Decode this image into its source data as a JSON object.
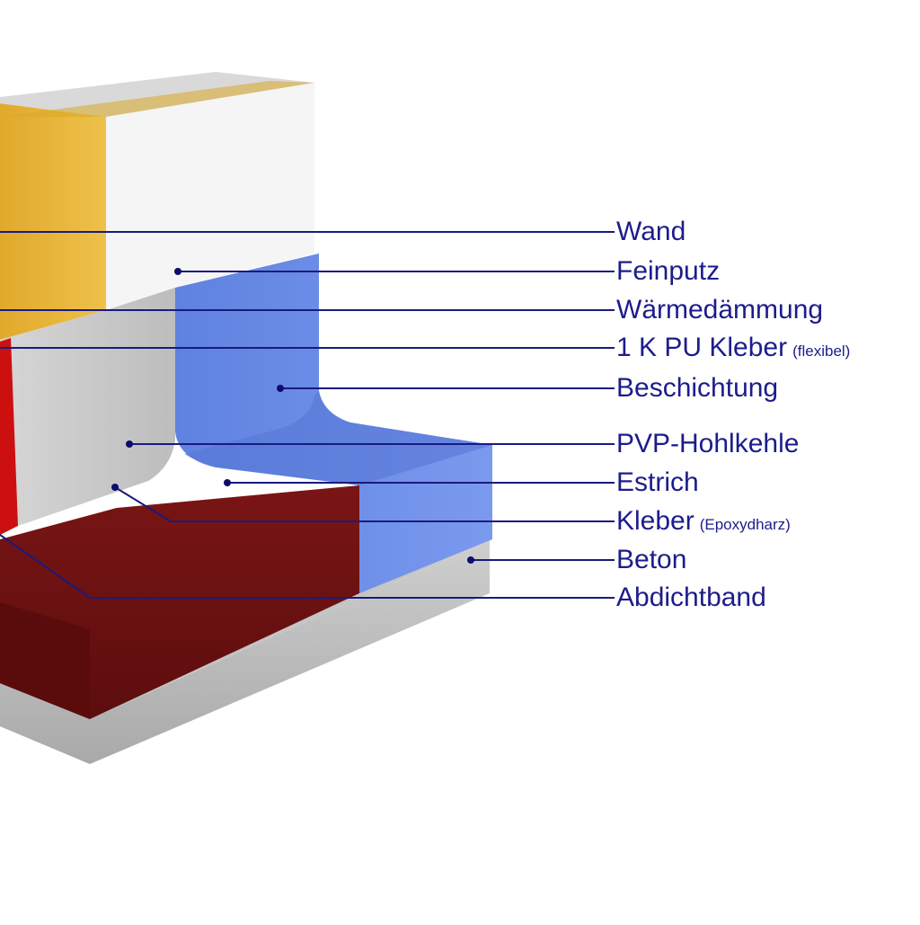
{
  "colors": {
    "line": "#1a1a7e",
    "text": "#1c1c8c",
    "wand": "#e3b43a",
    "feinputz": "#f6f6f6",
    "daemmung": "#c8c8c8",
    "beschichtung": "#6f8fe6",
    "estrich": "#6b1212",
    "beton": "#b9b9b9",
    "abdichtband": "#cc1010"
  },
  "labels": [
    {
      "text": "Wand",
      "note": ""
    },
    {
      "text": "Feinputz",
      "note": ""
    },
    {
      "text": "Wärmedämmung",
      "note": ""
    },
    {
      "text": "1 K PU Kleber",
      "note": "(flexibel)"
    },
    {
      "text": "Beschichtung",
      "note": ""
    },
    {
      "text": "PVP-Hohlkehle",
      "note": ""
    },
    {
      "text": "Estrich",
      "note": ""
    },
    {
      "text": "Kleber",
      "note": "(Epoxydharz)"
    },
    {
      "text": "Beton",
      "note": ""
    },
    {
      "text": "Abdichtband",
      "note": ""
    }
  ]
}
